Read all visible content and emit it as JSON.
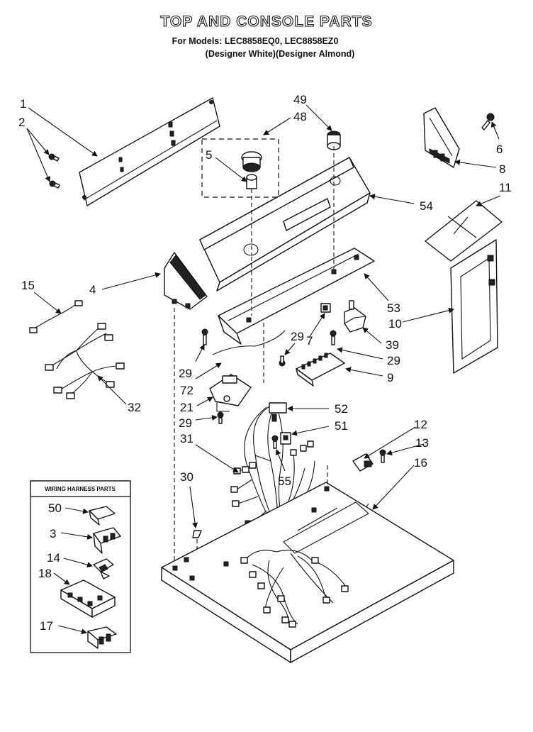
{
  "header": {
    "title": "TOP AND CONSOLE PARTS",
    "models": "For Models: LEC8858EQ0, LEC8858EZ0",
    "colors": "(Designer White)(Designer Almond)"
  },
  "inset": {
    "title": "WIRING HARNESS PARTS"
  },
  "callouts": [
    "1",
    "2",
    "49",
    "48",
    "5",
    "6",
    "8",
    "54",
    "11",
    "15",
    "4",
    "53",
    "10",
    "7",
    "39",
    "29",
    "29",
    "29",
    "72",
    "21",
    "29",
    "9",
    "32",
    "52",
    "51",
    "31",
    "12",
    "13",
    "16",
    "55",
    "30",
    "50",
    "3",
    "14",
    "18",
    "17"
  ]
}
